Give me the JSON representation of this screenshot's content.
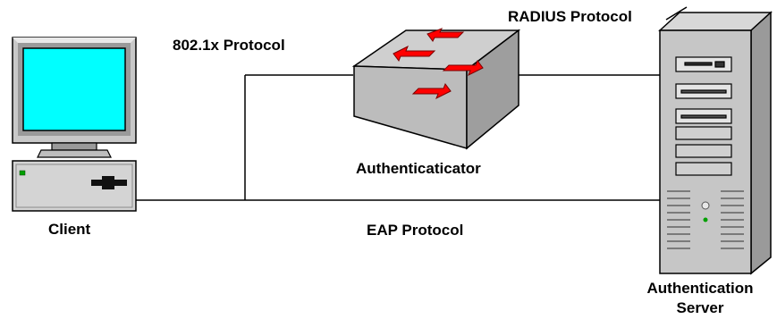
{
  "labels": {
    "protocol_8021x": "802.1x Protocol",
    "radius_protocol": "RADIUS Protocol",
    "authenticator": "Authenticaticator",
    "client": "Client",
    "eap_protocol": "EAP Protocol",
    "auth_server_line1": "Authentication",
    "auth_server_line2": "Server"
  },
  "nodes": {
    "client_icon": "desktop-computer-icon",
    "switch_icon": "network-switch-icon",
    "server_icon": "tower-server-icon"
  },
  "colors": {
    "screen": "#00ffff",
    "switch_arrow": "#ff0000",
    "device_gray": "#c0c0c0",
    "led_green": "#00a000",
    "line": "#000000"
  }
}
